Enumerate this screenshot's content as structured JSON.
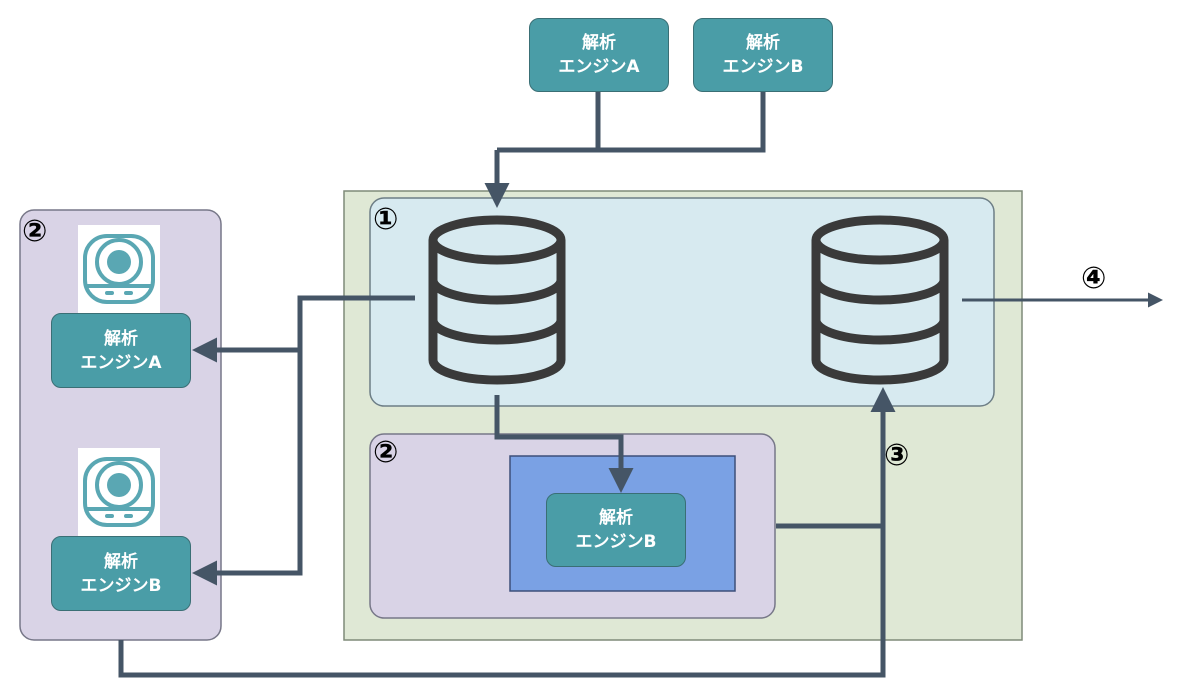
{
  "engines": {
    "top_a": {
      "line1": "解析",
      "line2": "エンジンA"
    },
    "top_b": {
      "line1": "解析",
      "line2": "エンジンB"
    },
    "left_a": {
      "line1": "解析",
      "line2": "エンジンA"
    },
    "left_b": {
      "line1": "解析",
      "line2": "エンジンB"
    },
    "inner_b": {
      "line1": "解析",
      "line2": "エンジンB"
    }
  },
  "markers": {
    "storage_region": "①",
    "left_device_region": "②",
    "inner_processing_region": "②",
    "return_path": "③",
    "output": "④"
  },
  "colors": {
    "outer_region": "#dfe8d5",
    "storage_region": "#d7eaf0",
    "device_region": "#d9d3e6",
    "inner_engine_area": "#7aa1e4",
    "engine_box": "#4a9da7",
    "arrow": "#455566",
    "database_icon": "#3a3a3a"
  },
  "icons": [
    "database-icon",
    "camera-icon"
  ]
}
